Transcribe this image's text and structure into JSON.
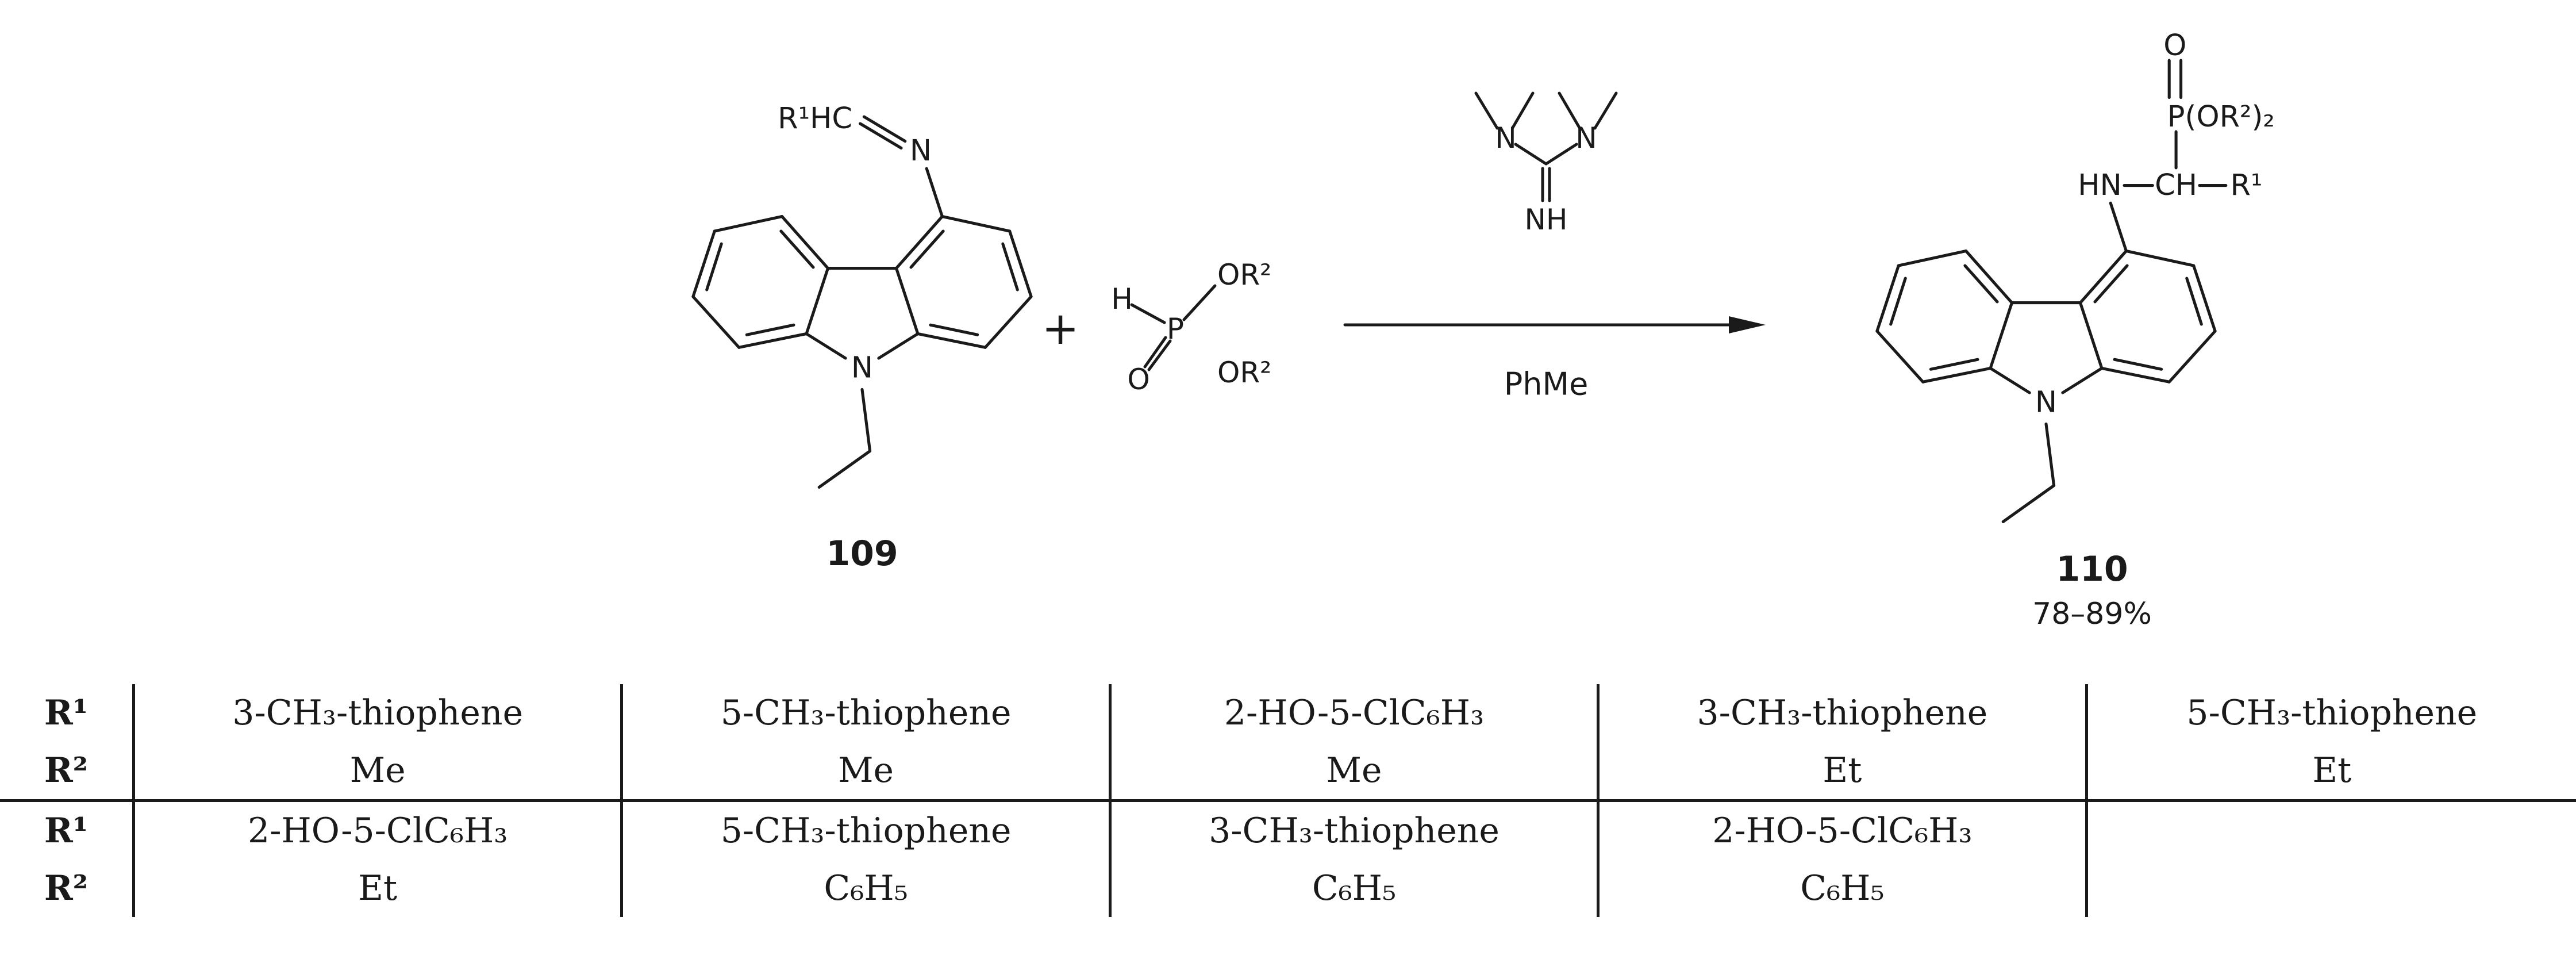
{
  "colors": {
    "ink": "#1a1a1a",
    "background": "#ffffff"
  },
  "scheme": {
    "reactant": {
      "imine_group": "R¹HC",
      "imine_nitrogen": "N",
      "ring_nitrogen": "N",
      "compound_number": "109"
    },
    "plus_sign": "+",
    "phosphite": {
      "hydrogen": "H",
      "phosphorus": "P",
      "or2_upper": "OR²",
      "oxygen": "O",
      "or2_lower": "OR²"
    },
    "conditions": {
      "guanidine_n_left": "N",
      "guanidine_n_right": "N",
      "guanidine_nh": "NH",
      "solvent": "PhMe"
    },
    "product": {
      "oxygen": "O",
      "phosphonate_group": "P(OR²)₂",
      "amine": "HN",
      "methine": "CH",
      "r1_substituent": "R¹",
      "ring_nitrogen": "N",
      "compound_number": "110",
      "yield": "78–89%"
    }
  },
  "table": {
    "row_labels": [
      "R¹",
      "R²"
    ],
    "groups": [
      {
        "entries": [
          {
            "r1": "3-CH₃-thiophene",
            "r2": "Me"
          },
          {
            "r1": "5-CH₃-thiophene",
            "r2": "Me"
          },
          {
            "r1": "2-HO-5-ClC₆H₃",
            "r2": "Me"
          },
          {
            "r1": "3-CH₃-thiophene",
            "r2": "Et"
          },
          {
            "r1": "5-CH₃-thiophene",
            "r2": "Et"
          }
        ]
      },
      {
        "entries": [
          {
            "r1": "2-HO-5-ClC₆H₃",
            "r2": "Et"
          },
          {
            "r1": "5-CH₃-thiophene",
            "r2": "C₆H₅"
          },
          {
            "r1": "3-CH₃-thiophene",
            "r2": "C₆H₅"
          },
          {
            "r1": "2-HO-5-ClC₆H₃",
            "r2": "C₆H₅"
          },
          {
            "r1": "",
            "r2": ""
          }
        ]
      }
    ]
  }
}
